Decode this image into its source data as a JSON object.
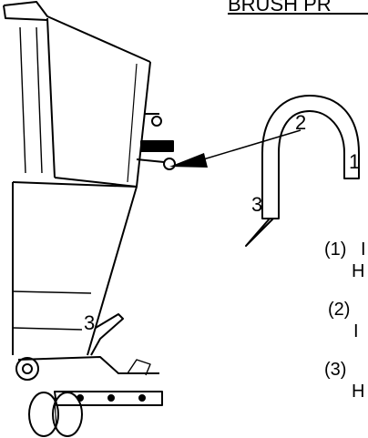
{
  "title": "BRUSH PR",
  "callouts": {
    "one": "1",
    "two": "2",
    "three_arrow": "3",
    "three_machine": "3"
  },
  "steps": [
    {
      "number": "(1)",
      "text": "I",
      "second_line": "H"
    },
    {
      "number": "(2)",
      "text": "",
      "second_line": "I"
    },
    {
      "number": "(3)",
      "text": "",
      "second_line": "H"
    }
  ],
  "colors": {
    "ink": "#000000",
    "paper": "#ffffff"
  }
}
